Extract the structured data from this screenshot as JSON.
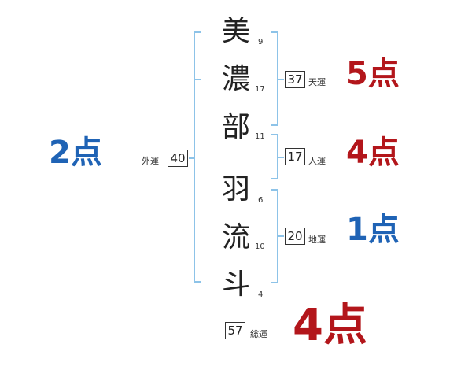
{
  "name": {
    "characters": [
      {
        "char": "美",
        "strokes": "9"
      },
      {
        "char": "濃",
        "strokes": "17"
      },
      {
        "char": "部",
        "strokes": "11"
      },
      {
        "char": "羽",
        "strokes": "6"
      },
      {
        "char": "流",
        "strokes": "10"
      },
      {
        "char": "斗",
        "strokes": "4"
      }
    ]
  },
  "fortunes": {
    "gaiun": {
      "label": "外運",
      "value": "40",
      "score": "2点",
      "color": "#1f63b5"
    },
    "tenun": {
      "label": "天運",
      "value": "37",
      "score": "5点",
      "color": "#b3161b"
    },
    "jinun": {
      "label": "人運",
      "value": "17",
      "score": "4点",
      "color": "#b3161b"
    },
    "chiun": {
      "label": "地運",
      "value": "20",
      "score": "1点",
      "color": "#1f63b5"
    },
    "souun": {
      "label": "総運",
      "value": "57",
      "score": "4点",
      "color": "#b3161b"
    }
  }
}
